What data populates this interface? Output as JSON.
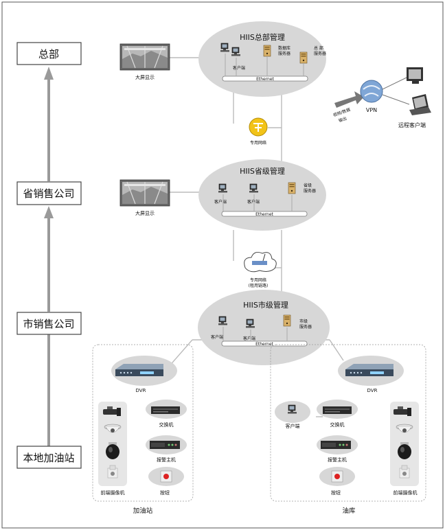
{
  "hierarchy": {
    "levels": [
      "总部",
      "省销售公司",
      "市销售公司",
      "本地加油站"
    ]
  },
  "hq": {
    "title": "HIIS总部管理",
    "big_screen": "大屏显示",
    "client": "客户端",
    "db_server": [
      "数据库",
      "服务器"
    ],
    "hq_server": [
      "总 部",
      "服务器"
    ],
    "ethernet": "Ethernet"
  },
  "remote": {
    "vpn": "VPN",
    "output": [
      "视频/数据",
      "输出"
    ],
    "remote_client": "远程客户端"
  },
  "net1": {
    "label": "专用网络"
  },
  "province": {
    "title": "HIIS省级管理",
    "big_screen": "大屏显示",
    "client1": "客户端",
    "client2": "客户端",
    "server": [
      "省级",
      "服务器"
    ],
    "ethernet": "Ethernet"
  },
  "net2": {
    "label1": "专用网络",
    "label2": "(租用链路)"
  },
  "city": {
    "title": "HIIS市级管理",
    "client1": "客户端",
    "client2": "客户端",
    "server": [
      "市级",
      "服务器"
    ],
    "ethernet": "Ethernet"
  },
  "station": {
    "name": "加油站",
    "dvr": "DVR",
    "switch": "交换机",
    "alarm_host": "报警主机",
    "button": "按钮",
    "cameras": "前端摄像机"
  },
  "depot": {
    "name": "油库",
    "dvr": "DVR",
    "client": "客户端",
    "switch": "交换机",
    "alarm_host": "报警主机",
    "button": "按钮",
    "cameras": "前端摄像机"
  }
}
